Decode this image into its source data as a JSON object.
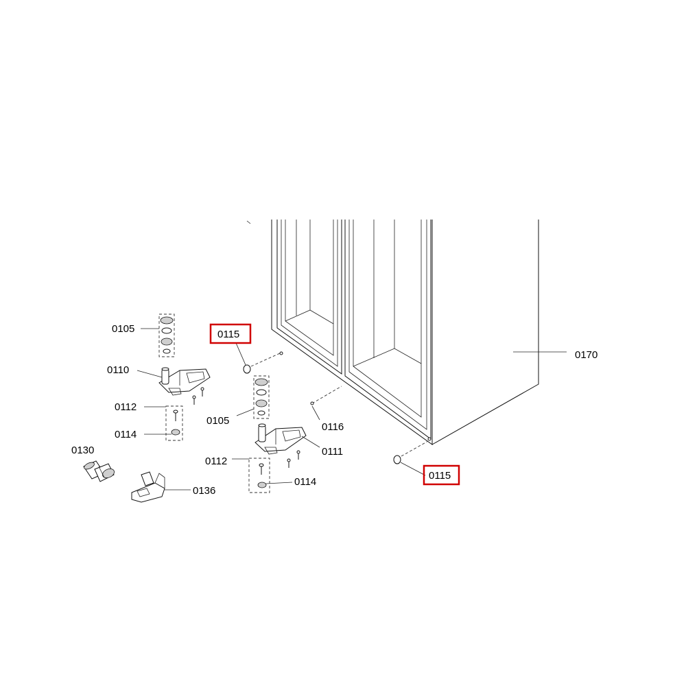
{
  "labels": {
    "l0105a": "0105",
    "l0110": "0110",
    "l0112a": "0112",
    "l0114a": "0114",
    "l0130": "0130",
    "l0136": "0136",
    "l0115a": "0115",
    "l0105b": "0105",
    "l0116": "0116",
    "l0111": "0111",
    "l0112b": "0112",
    "l0114b": "0114",
    "l0115b": "0115",
    "l0170": "0170"
  },
  "colors": {
    "highlight": "#d00000",
    "line": "#111111",
    "background": "#ffffff"
  }
}
